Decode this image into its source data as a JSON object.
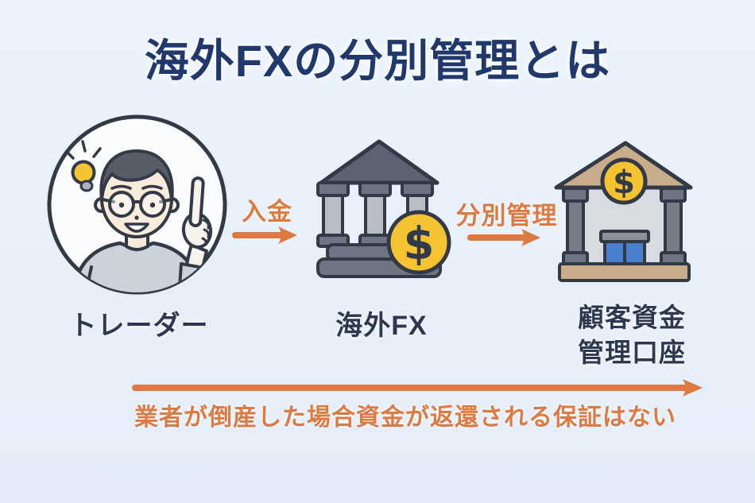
{
  "page": {
    "title": "海外FXの分別管理とは"
  },
  "colors": {
    "background": "#e9f1fb",
    "title": "#20386b",
    "accent_orange": "#dd7a42",
    "label_dark": "#2c3850",
    "coin_yellow": "#f5c332",
    "outline": "#333a47",
    "bank_gray": "#5b6370",
    "bank_tan": "#c9ac89",
    "door_blue": "#4a80cd"
  },
  "flow": {
    "trader": {
      "label": "トレーダー",
      "icon": "trader-idea-icon"
    },
    "deposit": {
      "label": "入金",
      "icon": "arrow-right-icon"
    },
    "broker": {
      "label": "海外FX",
      "icon": "bank-broker-icon"
    },
    "segregation": {
      "label": "分別管理",
      "icon": "arrow-right-icon"
    },
    "custody": {
      "label_line1": "顧客資金",
      "label_line2": "管理口座",
      "icon": "bank-custody-icon"
    }
  },
  "caption": {
    "arrow_icon": "long-arrow-right-icon",
    "text": "業者が倒産した場合資金が返還される保証はない"
  },
  "icons": {
    "dollar_sign": "$"
  }
}
